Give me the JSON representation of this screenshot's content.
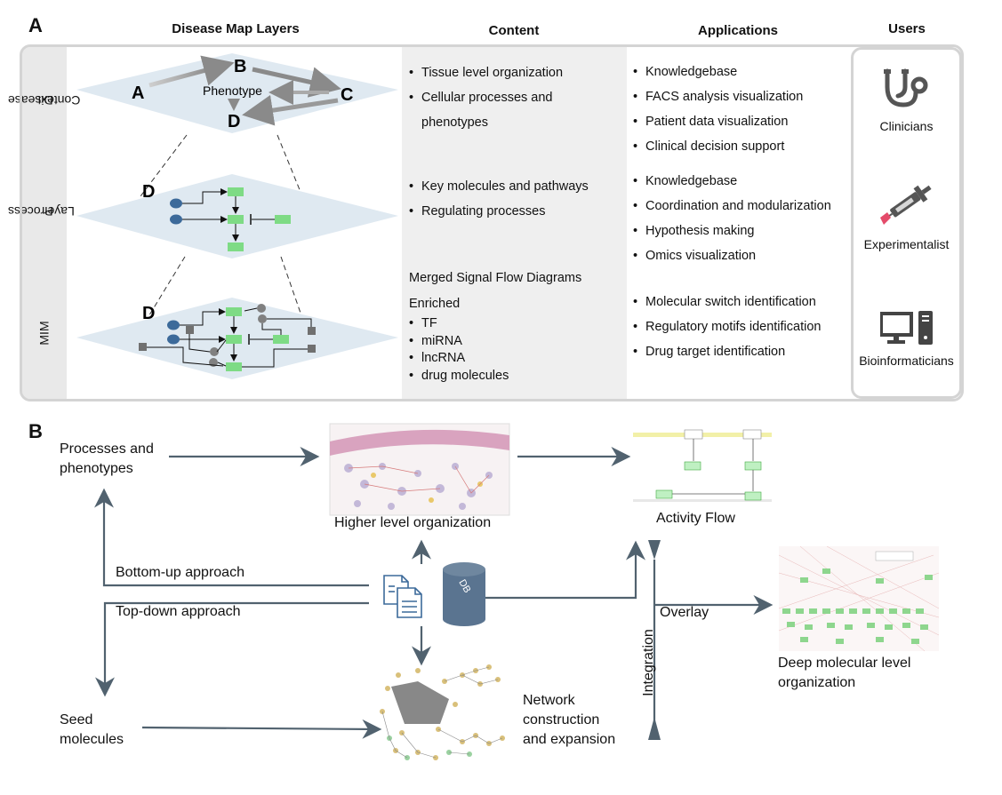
{
  "panelA": {
    "letter": "A",
    "headers": {
      "layers": "Disease Map Layers",
      "content": "Content",
      "applications": "Applications",
      "users": "Users"
    },
    "row_labels": {
      "context": [
        "Disease",
        "Context"
      ],
      "process": [
        "Process",
        "Layer"
      ],
      "mim": "MIM"
    },
    "diagram_labels": {
      "a": "A",
      "b": "B",
      "c": "C",
      "d": "D",
      "phenotype": "Phenotype",
      "d_process": "D",
      "d_mim": "D"
    },
    "content": {
      "context": [
        "Tissue level organization",
        "Cellular processes and",
        "phenotypes"
      ],
      "process": [
        "Key molecules and pathways",
        "Regulating processes"
      ],
      "mim_title": "Merged Signal Flow Diagrams",
      "mim_enriched": "Enriched",
      "mim_items": [
        "TF",
        "miRNA",
        "lncRNA",
        "drug molecules"
      ]
    },
    "applications": {
      "context": [
        "Knowledgebase",
        "FACS analysis visualization",
        "Patient data visualization",
        "Clinical decision support"
      ],
      "process": [
        "Knowledgebase",
        "Coordination and modularization",
        "Hypothesis making",
        "Omics visualization"
      ],
      "mim": [
        "Molecular switch identification",
        "Regulatory motifs identification",
        "Drug target identification"
      ]
    },
    "users": {
      "clinicians": "Clinicians",
      "experimentalist": "Experimentalist",
      "bioinformaticians": "Bioinformaticians"
    }
  },
  "panelB": {
    "letter": "B",
    "processes": [
      "Processes and",
      "phenotypes"
    ],
    "seed": [
      "Seed",
      "molecules"
    ],
    "bottom_up": "Bottom-up approach",
    "top_down": "Top-down approach",
    "higher_level": "Higher level organization",
    "activity_flow": "Activity Flow",
    "network": [
      "Network",
      "construction",
      "and expansion"
    ],
    "overlay": "Overlay",
    "integration": "Integration",
    "deep": [
      "Deep molecular level",
      "organization"
    ],
    "db": "DB"
  },
  "colors": {
    "arrow": "#51626f",
    "diamond": "#dfe9f1",
    "molecule_blue": "#3c6a9a",
    "node_green": "#7edb85",
    "gray_node": "#808080"
  }
}
